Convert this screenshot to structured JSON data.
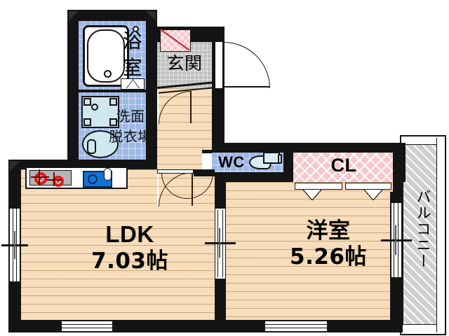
{
  "plan": {
    "type": "japanese-apartment-floorplan",
    "layout_name": "1LDK",
    "rooms": [
      {
        "id": "ldk",
        "label_main": "LDK",
        "label_sub": "7.03帖",
        "area_jo": 7.03,
        "floor": "wood"
      },
      {
        "id": "bedroom",
        "label_main": "洋室",
        "label_sub": "5.26帖",
        "area_jo": 5.26,
        "floor": "wood"
      },
      {
        "id": "bathroom",
        "label_main": "浴",
        "label_sub": "室",
        "full_label": "浴室",
        "floor": "tile-blue"
      },
      {
        "id": "washroom",
        "label_main": "洗面",
        "label_sub": "脱衣場",
        "full_label": "洗面脱衣場",
        "floor": "tile-blue"
      },
      {
        "id": "toilet",
        "label_main": "WC",
        "full_label": "WC",
        "floor": "tile-blue"
      },
      {
        "id": "entrance",
        "label_main": "玄関",
        "full_label": "玄関",
        "floor": "tile-gray"
      },
      {
        "id": "closet",
        "label_main": "CL",
        "full_label": "CL",
        "floor": "pink"
      },
      {
        "id": "balcony",
        "label_main": "バルコニー",
        "full_label": "バルコニー",
        "floor": "hatched"
      }
    ],
    "fixtures": [
      {
        "name": "bathtub",
        "room": "bathroom"
      },
      {
        "name": "washing-machine-pan",
        "room": "washroom"
      },
      {
        "name": "vanity-sink",
        "room": "washroom"
      },
      {
        "name": "toilet",
        "room": "toilet"
      },
      {
        "name": "gas-stove-2-burner",
        "room": "ldk"
      },
      {
        "name": "kitchen-sink",
        "room": "ldk"
      },
      {
        "name": "shoe-cabinet",
        "room": "entrance"
      }
    ],
    "colors": {
      "wall": "#141414",
      "wood_floor": "#f7ddbb",
      "wet_tile": "#c9d9f2",
      "entrance_tile": "#dedede",
      "closet_pink": "#f4c9cd",
      "balcony_gray": "#cfcfcf",
      "burner_red": "#e01b1b",
      "sink_blue": "#1273d6",
      "fixture_blue": "#cfe7ef"
    }
  }
}
